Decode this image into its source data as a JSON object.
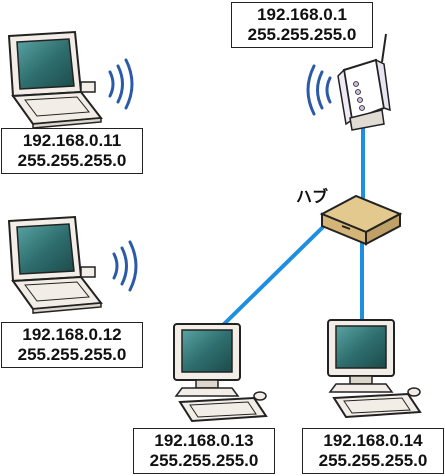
{
  "hub": {
    "label": "ハブ"
  },
  "router": {
    "ip": "192.168.0.1",
    "mask": "255.255.255.0"
  },
  "pcs": [
    {
      "ip": "192.168.0.11",
      "mask": "255.255.255.0"
    },
    {
      "ip": "192.168.0.12",
      "mask": "255.255.255.0"
    },
    {
      "ip": "192.168.0.13",
      "mask": "255.255.255.0"
    },
    {
      "ip": "192.168.0.14",
      "mask": "255.255.255.0"
    }
  ],
  "colors": {
    "cable": "#1e8fe0",
    "wireless": "#2a5aa8",
    "screen": "#2f6f6f",
    "device_body": "#f2ede6",
    "outline": "#222222"
  }
}
